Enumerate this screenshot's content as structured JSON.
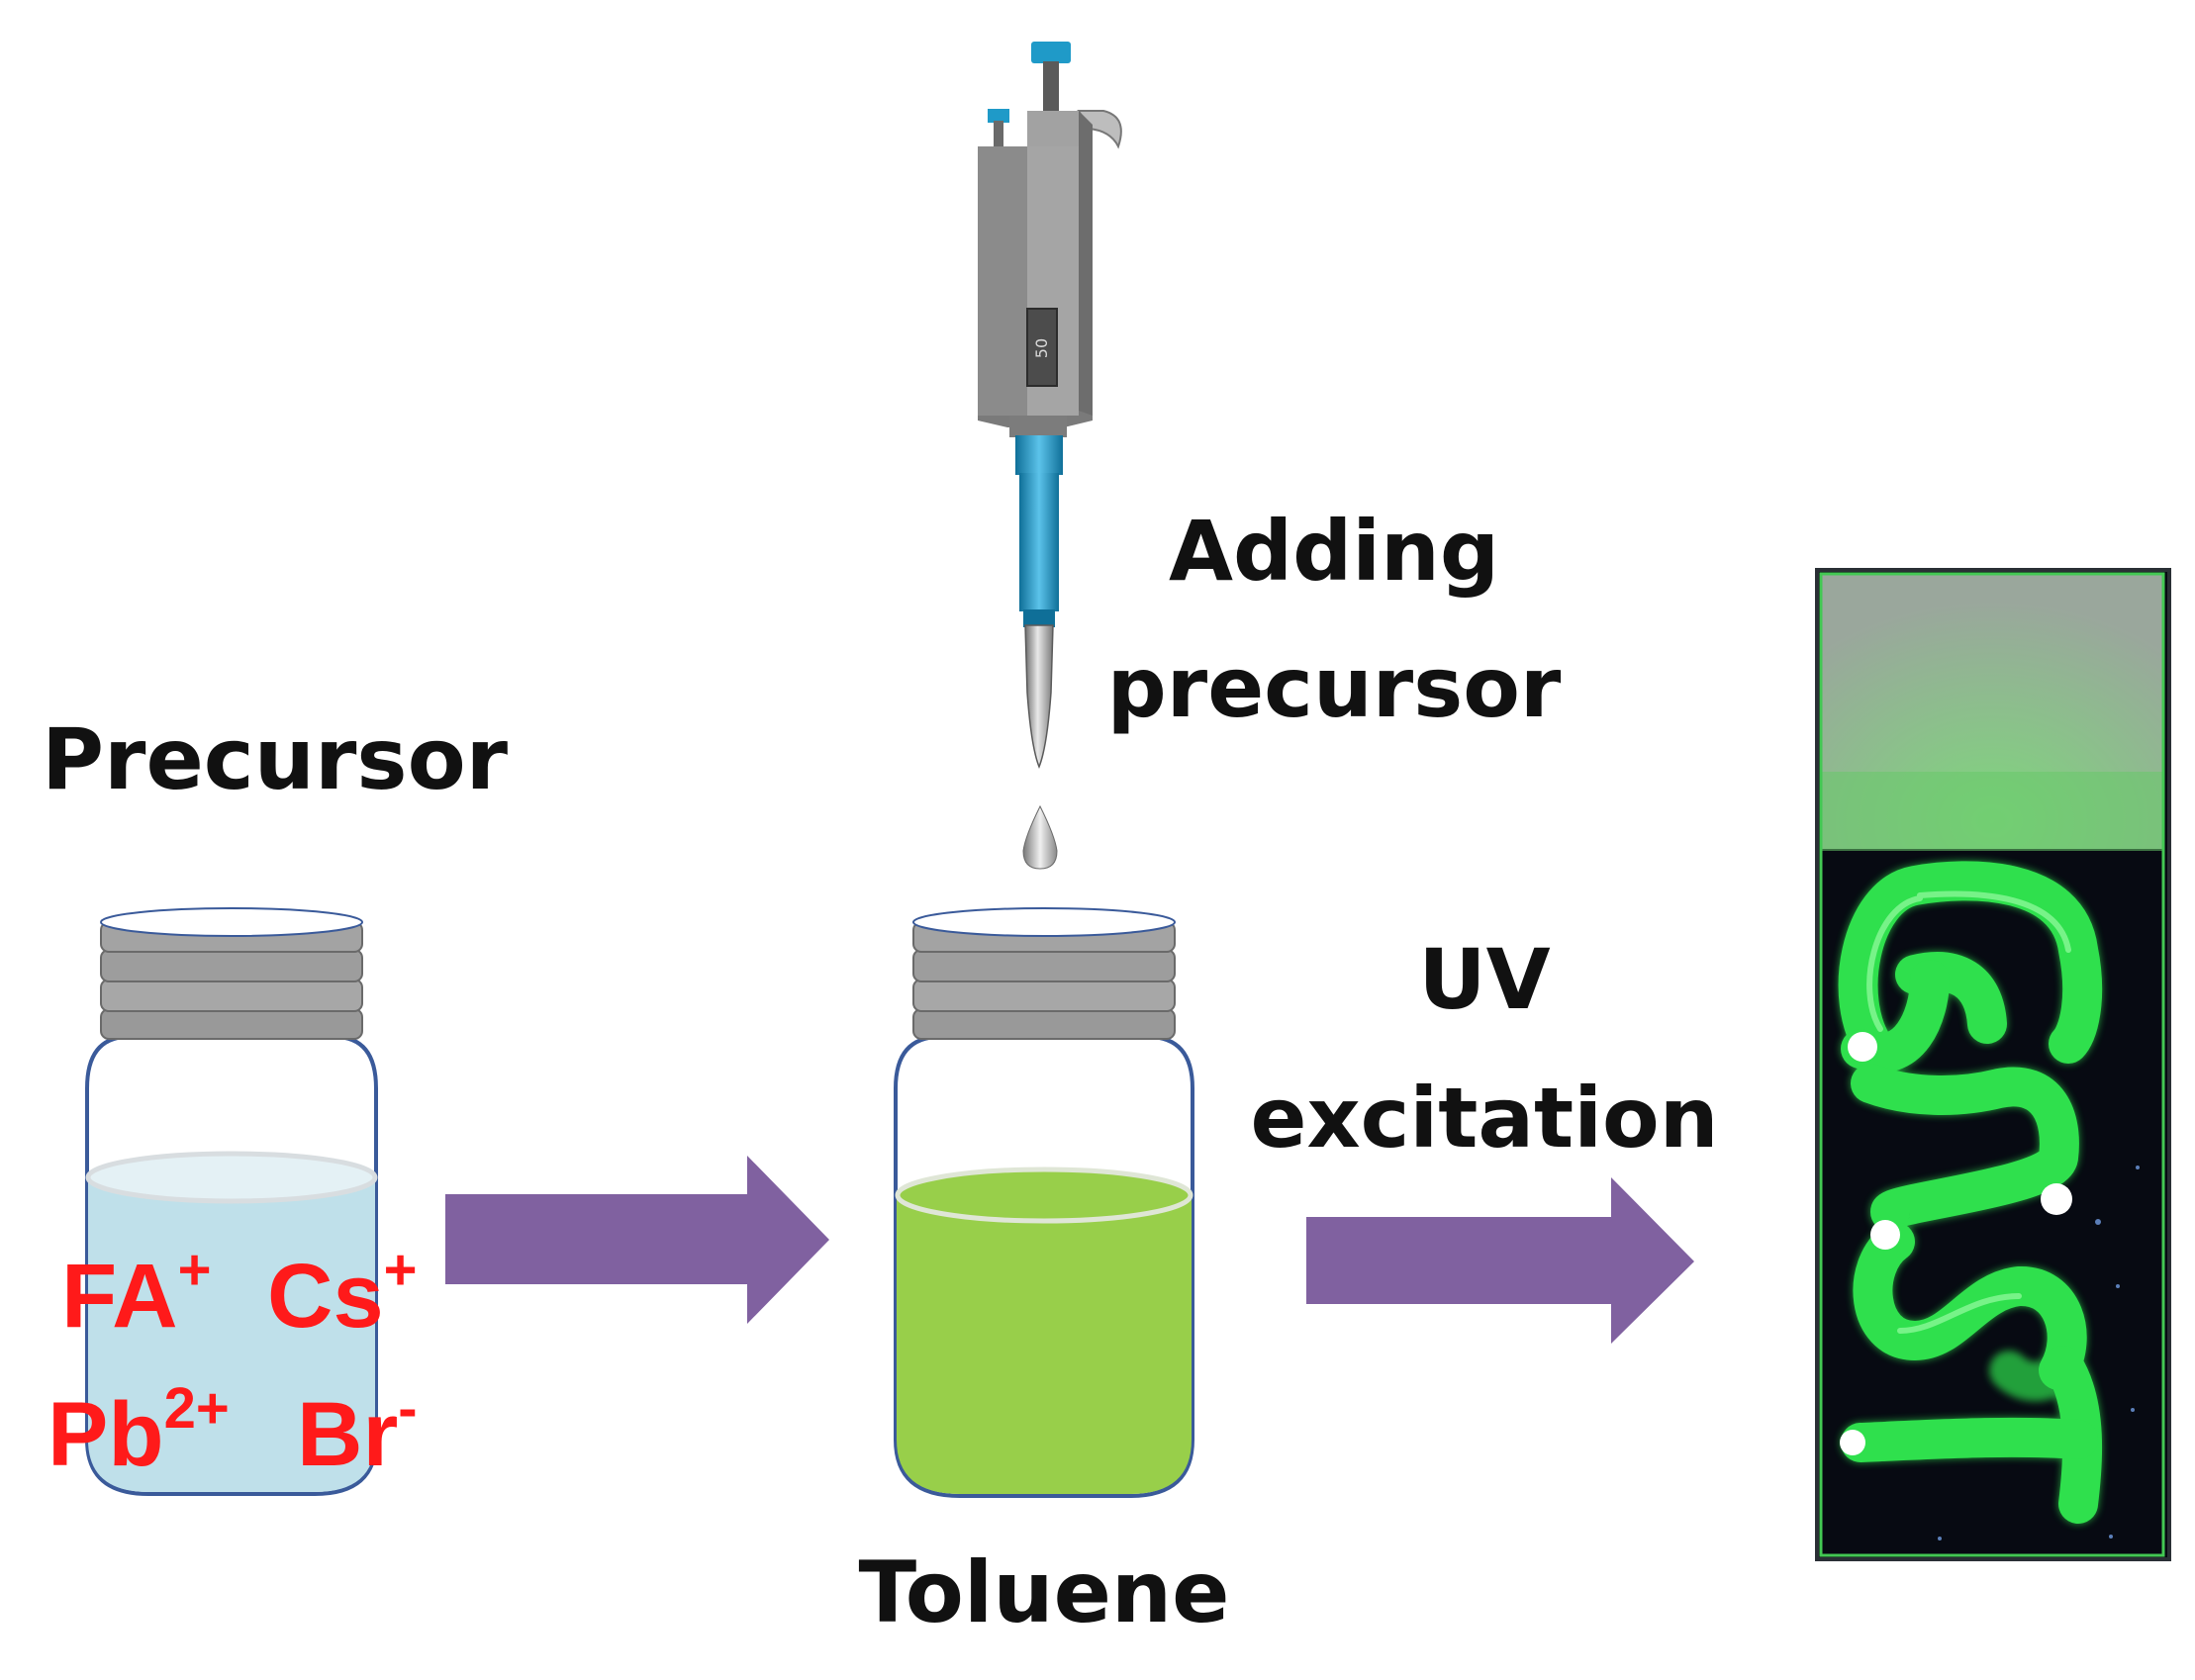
{
  "labels": {
    "precursor": "Precursor",
    "adding_line1": "Adding",
    "adding_line2": "precursor",
    "uv_line1": "UV",
    "uv_line2": "excitation",
    "toluene": "Toluene"
  },
  "ions": [
    {
      "base": "FA",
      "charge": "+"
    },
    {
      "base": "Cs",
      "charge": "+"
    },
    {
      "base": "Pb",
      "charge": "2+"
    },
    {
      "base": "Br",
      "charge": "-"
    }
  ],
  "pipette": {
    "volume_display": "50"
  },
  "colors": {
    "precursor_liquid": "#bfe0ea",
    "toluene_liquid": "#98cf4a",
    "arrow": "#8061a0",
    "ion_text": "#ff1a1a",
    "pipette_body": "#8f8f8f",
    "pipette_accent": "#1f9ac8",
    "glow": "#33e05a"
  },
  "icons": {
    "vial": "vial-icon",
    "pipette": "pipette-icon",
    "droplet": "droplet-icon",
    "arrow": "arrow-right-icon",
    "slide": "glass-slide-photo"
  }
}
